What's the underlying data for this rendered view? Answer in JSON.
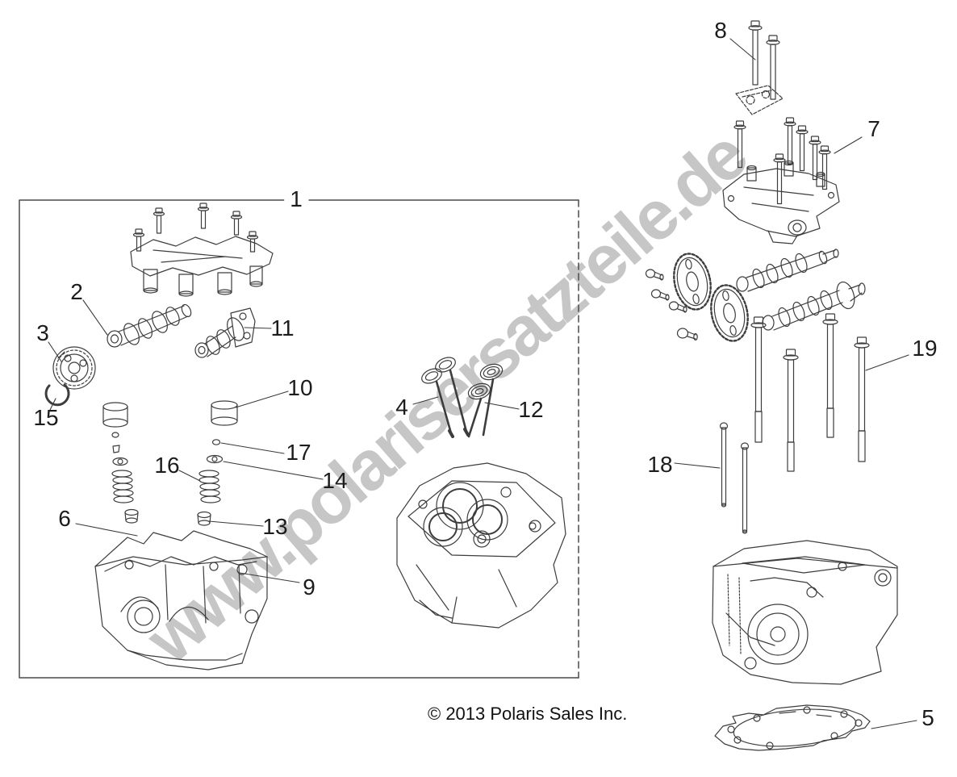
{
  "diagram": {
    "watermark": "www.polarisersatzteile.de",
    "copyright": "© 2013 Polaris Sales Inc.",
    "callouts": [
      {
        "label": "1"
      },
      {
        "label": "2"
      },
      {
        "label": "3"
      },
      {
        "label": "4"
      },
      {
        "label": "5"
      },
      {
        "label": "6"
      },
      {
        "label": "7"
      },
      {
        "label": "8"
      },
      {
        "label": "9"
      },
      {
        "label": "10"
      },
      {
        "label": "11"
      },
      {
        "label": "12"
      },
      {
        "label": "13"
      },
      {
        "label": "14"
      },
      {
        "label": "15"
      },
      {
        "label": "16"
      },
      {
        "label": "17"
      },
      {
        "label": "18"
      },
      {
        "label": "19"
      }
    ]
  }
}
